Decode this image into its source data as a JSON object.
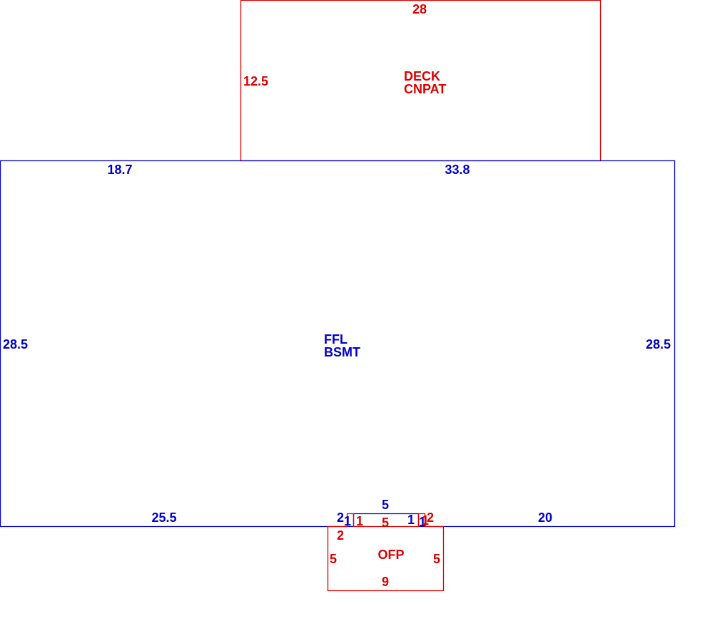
{
  "colors": {
    "main": "#0000cc",
    "addition": "#dd0000",
    "background": "#ffffff"
  },
  "areas": {
    "deck": {
      "line1": "DECK",
      "line2": "CNPAT",
      "dims": {
        "top": "28",
        "left": "12.5"
      }
    },
    "main": {
      "line1": "FFL",
      "line2": "BSMT",
      "dims": {
        "top_left": "18.7",
        "top_right": "33.8",
        "left": "28.5",
        "right": "28.5",
        "bottom_left": "25.5",
        "bottom_right": "20",
        "notch_left_run": "2",
        "notch_left_rise": "1",
        "notch_top": "5",
        "notch_right_rise": "1",
        "notch_right_run": "1"
      }
    },
    "ofp": {
      "label": "OFP",
      "dims": {
        "top_left_rise": "1",
        "top_left_run": "2",
        "top_center": "5",
        "top_right_rise": "1",
        "top_right_run": "2",
        "left": "5",
        "right": "5",
        "bottom": "9"
      }
    }
  }
}
